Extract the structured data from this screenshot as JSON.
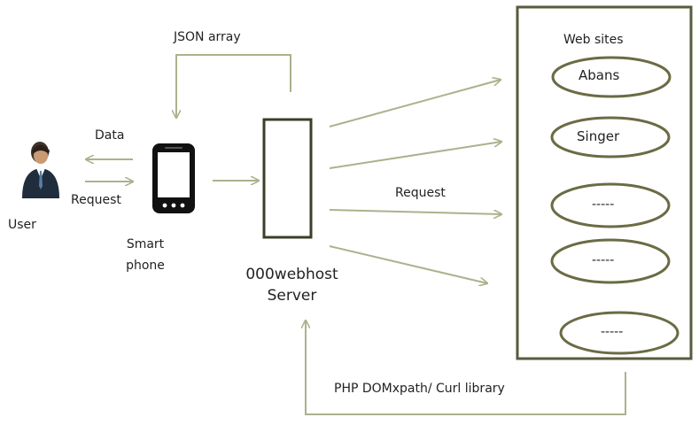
{
  "user": {
    "label": "User",
    "icon": "user-icon"
  },
  "phone": {
    "label_line1": "Smart",
    "label_line2": "phone",
    "icon": "smartphone-icon"
  },
  "server": {
    "label_line1": "000webhost",
    "label_line2": "Server"
  },
  "flows": {
    "json_array": "JSON array",
    "data": "Data",
    "request_user": "Request",
    "request_sites": "Request",
    "scrape": "PHP DOMxpath/ Curl library"
  },
  "websites": {
    "title": "Web sites",
    "items": [
      "Abans",
      "Singer",
      "-----",
      "-----",
      "-----"
    ]
  },
  "colors": {
    "arrow": "#a9b38c",
    "box_border": "#5a5a3e",
    "ellipse_border": "#6b6b45",
    "server_border": "#3d3d2a"
  }
}
